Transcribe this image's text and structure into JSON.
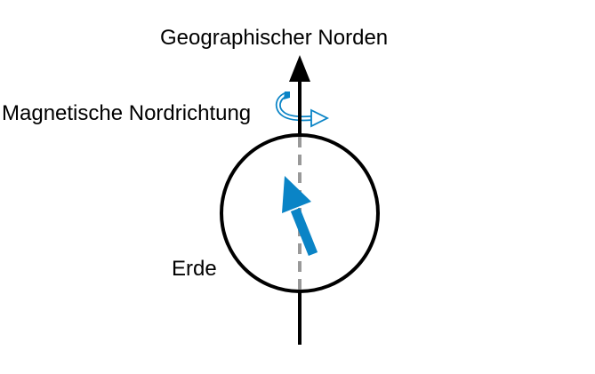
{
  "diagram": {
    "labels": {
      "geographic_north": "Geographischer Norden",
      "magnetic_north": "Magnetische Nordrichtung",
      "earth": "Erde"
    },
    "colors": {
      "axis": "#000000",
      "magnetic_arrow": "#0a84c6",
      "dashed_line": "#999999",
      "earth_outline": "#000000"
    }
  }
}
